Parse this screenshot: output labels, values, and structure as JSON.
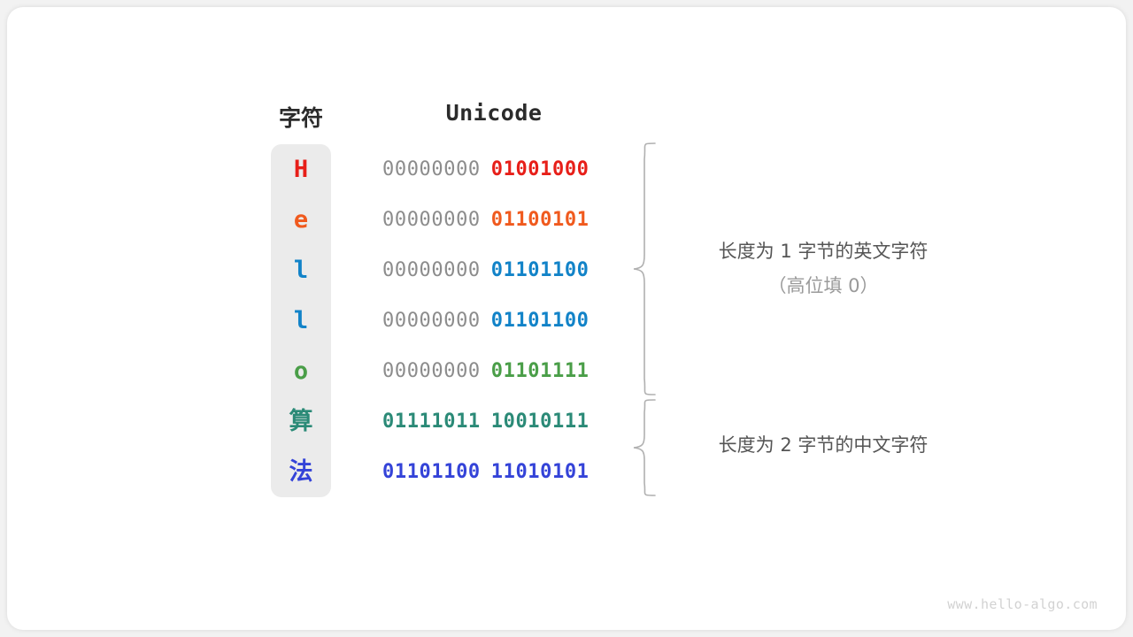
{
  "table": {
    "headers": {
      "character": "字符",
      "unicode": "Unicode"
    },
    "rows": [
      {
        "char": "H",
        "hi": "00000000",
        "lo": "01001000",
        "color": "#e71f19"
      },
      {
        "char": "e",
        "hi": "00000000",
        "lo": "01100101",
        "color": "#f05a1e"
      },
      {
        "char": "l",
        "hi": "00000000",
        "lo": "01101100",
        "color": "#1283c8"
      },
      {
        "char": "l",
        "hi": "00000000",
        "lo": "01101100",
        "color": "#1283c8"
      },
      {
        "char": "o",
        "hi": "00000000",
        "lo": "01101111",
        "color": "#4a9e48"
      },
      {
        "char": "算",
        "hi": "01111011",
        "lo": "10010111",
        "color": "#2b8a77"
      },
      {
        "char": "法",
        "hi": "01101100",
        "lo": "11010101",
        "color": "#3443d8"
      }
    ],
    "hi_byte_color": "#8c8c8c",
    "column_background": "#ebebeb"
  },
  "annotations": [
    {
      "line1": "长度为 1 字节的英文字符",
      "line2": "（高位填 0）"
    },
    {
      "line1": "长度为 2 字节的中文字符",
      "line2": ""
    }
  ],
  "watermark": "www.hello-algo.com",
  "colors": {
    "page_background": "#f2f2f2",
    "card_background": "#ffffff",
    "header_text": "#2b2b2b",
    "brace_stroke": "#b0b0b0"
  }
}
